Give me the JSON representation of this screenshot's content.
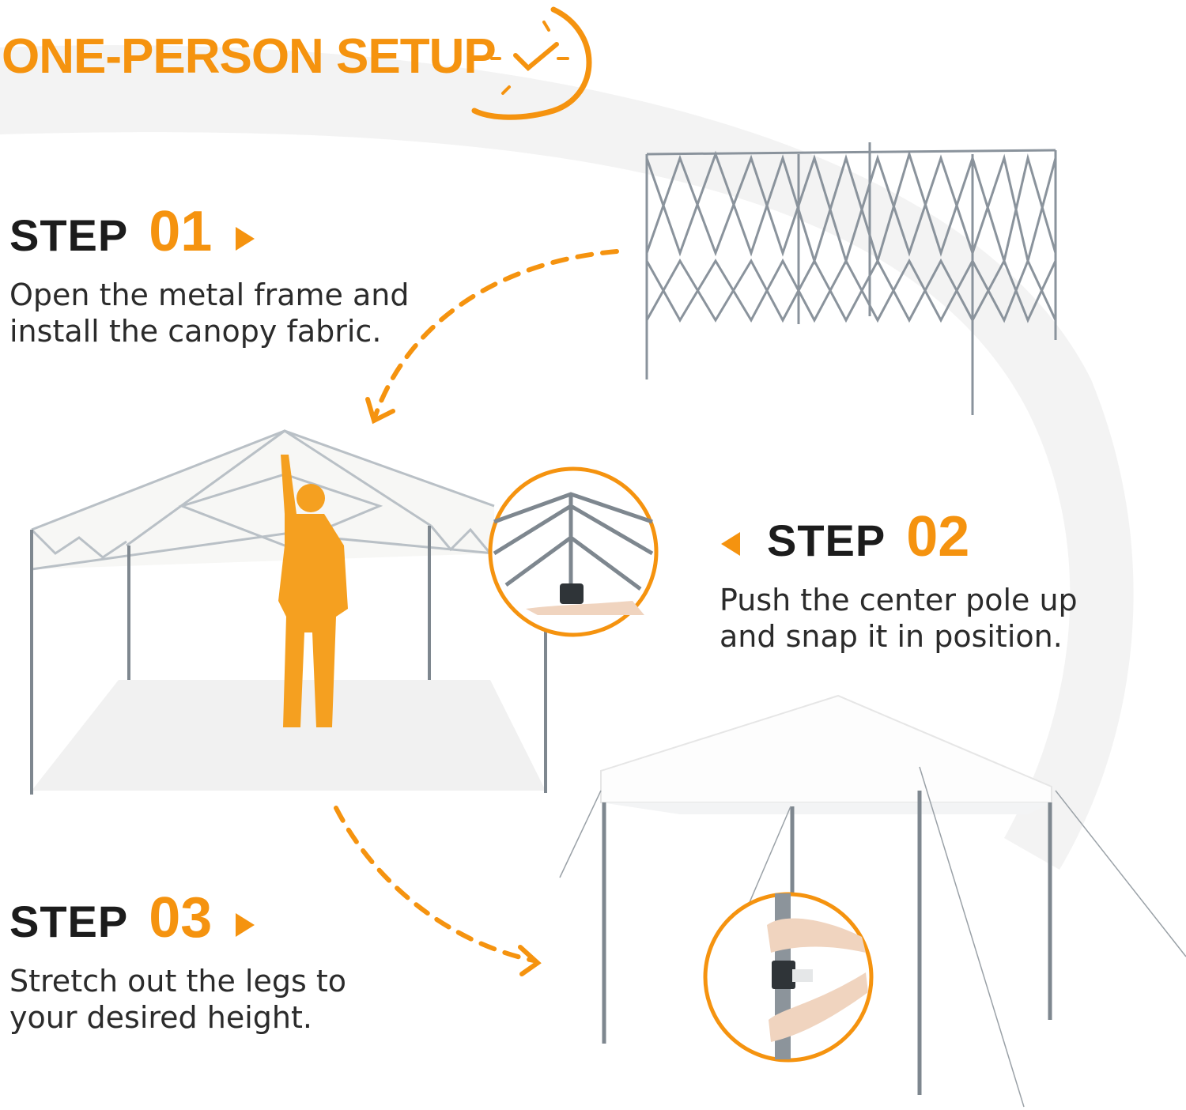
{
  "header": {
    "title": "ONE-PERSON SETUP",
    "icon": "clock-check-icon"
  },
  "steps": [
    {
      "word": "STEP",
      "number": "01",
      "description_lines": [
        "Open the metal frame and",
        "install the canopy fabric."
      ]
    },
    {
      "word": "STEP",
      "number": "02",
      "description_lines": [
        "Push the center pole up",
        "and snap it in position."
      ]
    },
    {
      "word": "STEP",
      "number": "03",
      "description_lines": [
        "Stretch out the legs to",
        "your desired height."
      ]
    }
  ],
  "colors": {
    "accent": "#f5930f",
    "text": "#1c1c1c",
    "frame": "#8a939c",
    "background_swoosh": "#f2f2f2"
  }
}
